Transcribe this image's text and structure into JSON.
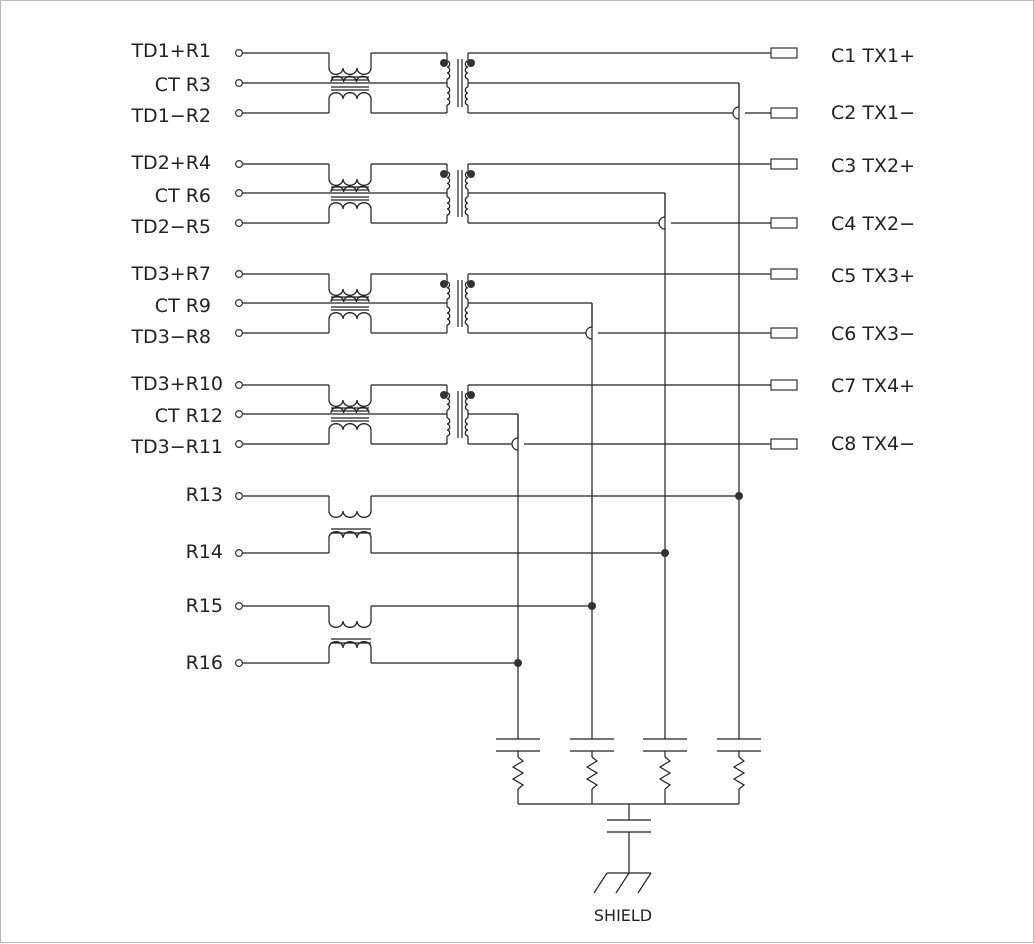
{
  "left_labels": [
    "TD1+R1",
    "CT R3",
    "TD1−R2",
    "TD2+R4",
    "CT R6",
    "TD2−R5",
    "TD3+R7",
    "CT R9",
    "TD3−R8",
    "TD3+R10",
    "CT R12",
    "TD3−R11",
    "R13",
    "R14",
    "R15",
    "R16"
  ],
  "right_labels": [
    "C1  TX1+",
    "C2  TX1−",
    "C3  TX2+",
    "C4  TX2−",
    "C5  TX3+",
    "C6  TX3−",
    "C7  TX4+",
    "C8  TX4−"
  ],
  "shield_label": "SHIELD"
}
